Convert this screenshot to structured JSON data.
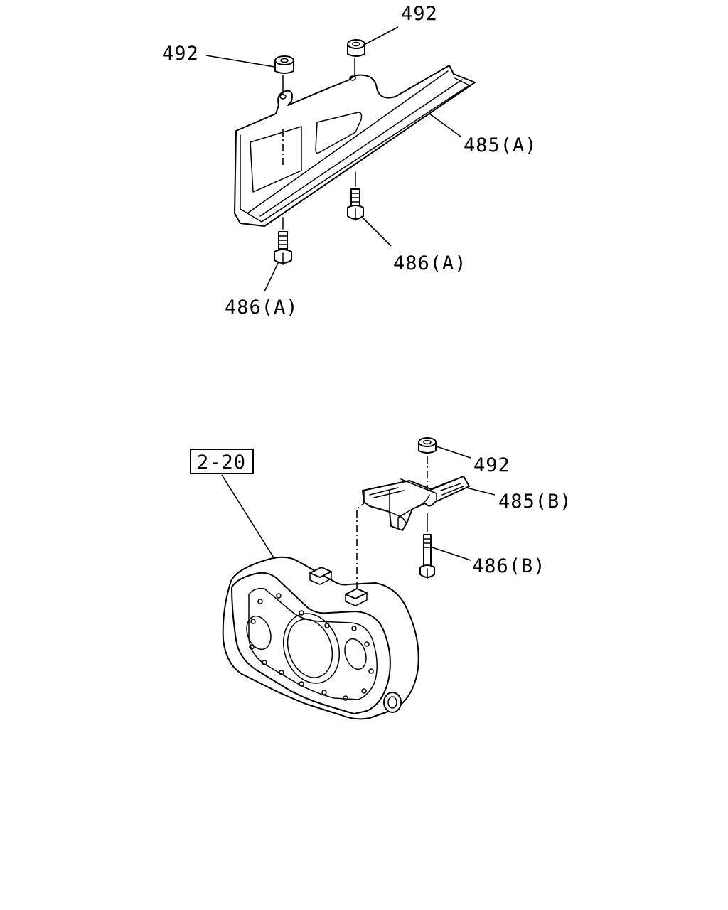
{
  "callouts": {
    "top_492_left": "492",
    "top_492_right": "492",
    "top_485a": "485(A)",
    "top_486a_right": "486(A)",
    "top_486a_left": "486(A)",
    "ref_box": "2-20",
    "bottom_492": "492",
    "bottom_485b": "485(B)",
    "bottom_486b": "486(B)"
  }
}
